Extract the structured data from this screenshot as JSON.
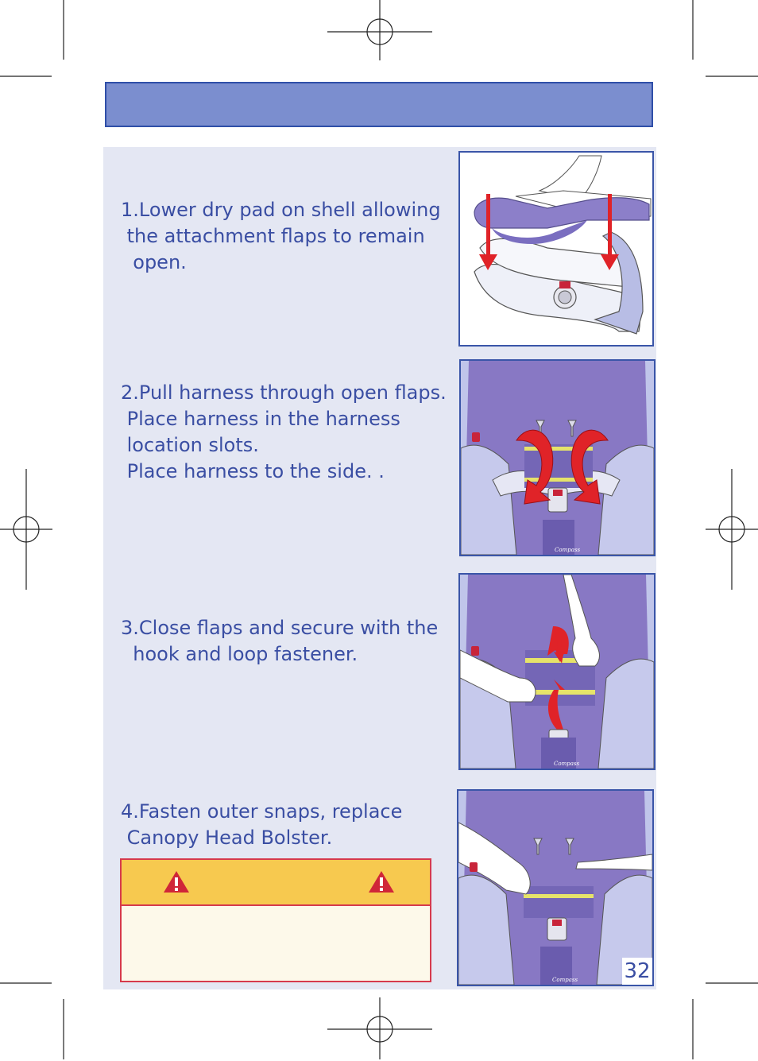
{
  "steps": [
    {
      "number": "1.",
      "text": "Lower dry pad on shell allowing\n the attachment flaps to remain\n  open."
    },
    {
      "number": "2.",
      "text": "Pull harness through open flaps.\n Place harness in the harness\n location slots.\n Place harness to the side. ."
    },
    {
      "number": "3.",
      "text": "Close flaps and secure with the\n  hook and loop fastener."
    },
    {
      "number": "4.",
      "text": "Fasten outer snaps, replace\n Canopy Head Bolster."
    }
  ],
  "brand_mark": "Compass",
  "page_number": "32",
  "colors": {
    "header_bar": "#7b8ecf",
    "panel": "#e4e7f3",
    "text": "#3a4ea3",
    "warning_header": "#f7c94f",
    "warning_border": "#d63a4c",
    "arrow": "#e02328"
  },
  "icons": [
    "warning-triangle-icon",
    "warning-triangle-icon",
    "registration-crosshair-icon"
  ]
}
